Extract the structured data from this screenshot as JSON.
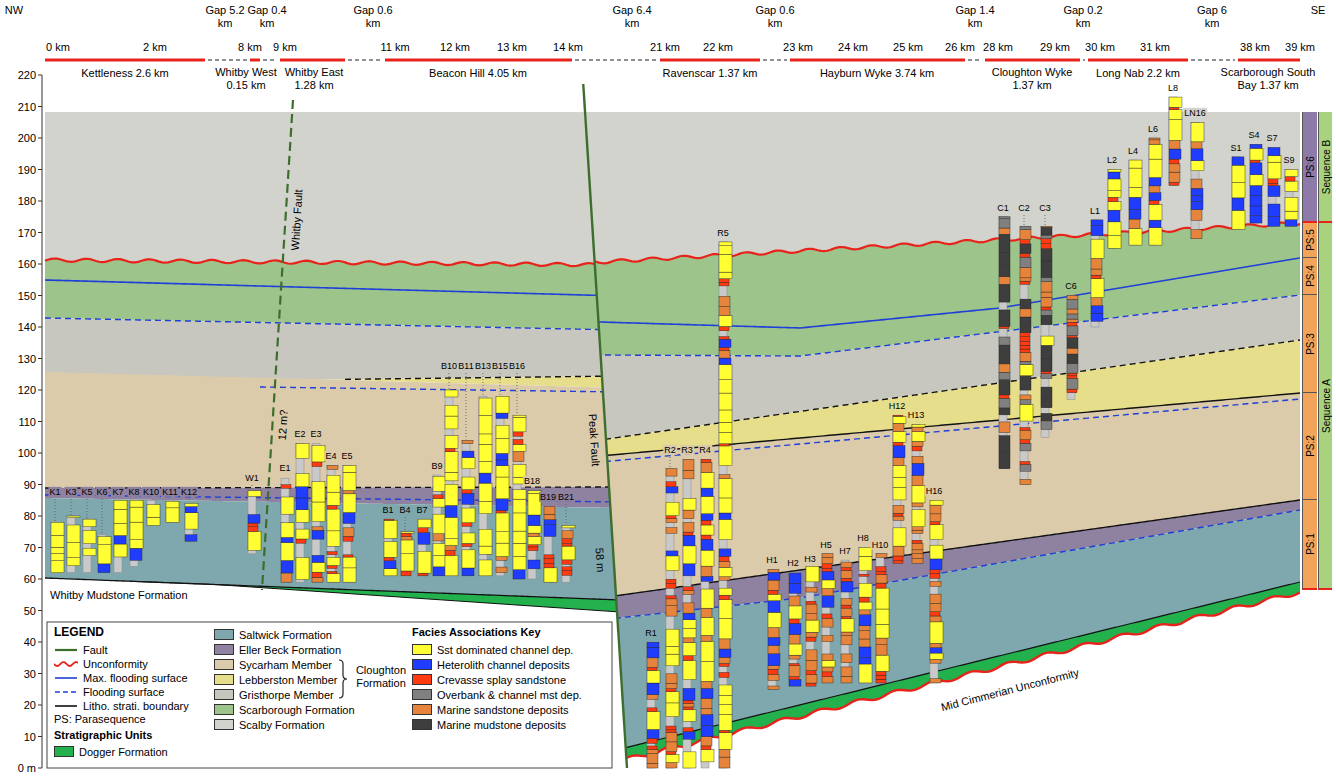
{
  "diagram": {
    "nodes": [
      {
        "text": [
          "PS:6"
        ]
      },
      {
        "text": [
          "PS:5"
        ]
      },
      {
        "text": [
          "PS:4"
        ]
      },
      {
        "text": [
          "PS:3"
        ]
      },
      {
        "text": [
          "PS:2"
        ]
      },
      {
        "text": [
          "PS:1"
        ]
      },
      {
        "text": [
          "Sequence B"
        ]
      },
      {
        "text": [
          "Sequence A"
        ]
      }
    ],
    "labels": [
      "NW",
      "SE",
      "Gap 5.2 km",
      "Gap 0.4 km",
      "Gap 0.6 km",
      "Gap 6.4 km",
      "Gap 0.6 km",
      "Gap 1.4 km",
      "Gap 0.2 km",
      "Gap 6 km",
      "0 km",
      "2 km",
      "8 km",
      "9 km",
      "11 km",
      "12 km",
      "13 km",
      "14 km",
      "21 km",
      "22 km",
      "23 km",
      "24 km",
      "25 km",
      "26 km",
      "28 km",
      "29 km",
      "30 km",
      "31 km",
      "38 km",
      "39 km",
      "Kettleness 2.6 km",
      "Whitby West 0.15 km",
      "Whitby East 1.28 km",
      "Beacon Hill 4.05 km",
      "Ravenscar 1.37 km",
      "Hayburn Wyke 3.74 km",
      "Cloughton Wyke 1.37 km",
      "Long Nab 2.2 km",
      "Scarborough South Bay 1.37 km",
      "220",
      "210",
      "200",
      "190",
      "180",
      "170",
      "160",
      "150",
      "140",
      "130",
      "120",
      "110",
      "100",
      "90",
      "80",
      "70",
      "60",
      "50",
      "40",
      "30",
      "20",
      "10",
      "0 m",
      "K1",
      "K3",
      "K5",
      "K6",
      "K7",
      "K8",
      "K10",
      "K11",
      "K12",
      "W1",
      "E1",
      "E2",
      "E3",
      "E4",
      "E5",
      "B1",
      "B4",
      "B7",
      "B9",
      "B10",
      "B11",
      "B13",
      "B15",
      "B16",
      "B18",
      "B19",
      "B21",
      "R1",
      "R2",
      "R3",
      "R4",
      "R5",
      "H1",
      "H2",
      "H3",
      "H5",
      "H7",
      "H8",
      "H10",
      "H12",
      "H13",
      "H16",
      "C1",
      "C2",
      "C3",
      "C6",
      "L1",
      "L2",
      "L4",
      "L6",
      "L8",
      "LN16",
      "S1",
      "S4",
      "S7",
      "S9",
      "Whitby Fault",
      "12 m?",
      "Peak Fault",
      "58 m",
      "Whitby Mudstone Formation",
      "Mid Cimmerian Unconformity",
      "LEGEND",
      "PS: Parasequence",
      "Stratigraphic Units",
      "Cloughton Formation",
      "Facies Associations Key"
    ],
    "legend": [
      {
        "text": "Fault"
      },
      {
        "text": "Unconformity"
      },
      {
        "text": "Max. flooding surface"
      },
      {
        "text": "Flooding surface"
      },
      {
        "text": "Litho. strati. boundary"
      },
      {
        "text": "Dogger Formation",
        "color": "#22b14c"
      },
      {
        "text": "Saltwick Formation",
        "color": "#7fa8ae"
      },
      {
        "text": "Eller Beck Formation",
        "color": "#8f82a0"
      },
      {
        "text": "Sycarham Member",
        "color": "#dccbaa"
      },
      {
        "text": "Lebberston Member",
        "color": "#e6de8a"
      },
      {
        "text": "Gristhorpe Member",
        "color": "#c7c7bf"
      },
      {
        "text": "Scarborough Formation",
        "color": "#9dc58b"
      },
      {
        "text": "Scalby Formation",
        "color": "#d3d3cd"
      },
      {
        "text": "Sst dominated channel dep.",
        "color": "#ffff33"
      },
      {
        "text": "Heterolith channel deposits",
        "color": "#1f3cff"
      },
      {
        "text": "Crevasse splay sandstone",
        "color": "#ff3a10"
      },
      {
        "text": "Overbank & channel mst dep.",
        "color": "#808080"
      },
      {
        "text": "Marine sandstone deposits",
        "color": "#e5843a"
      },
      {
        "text": "Marine mudstone deposits",
        "color": "#3e3e3e"
      }
    ]
  }
}
